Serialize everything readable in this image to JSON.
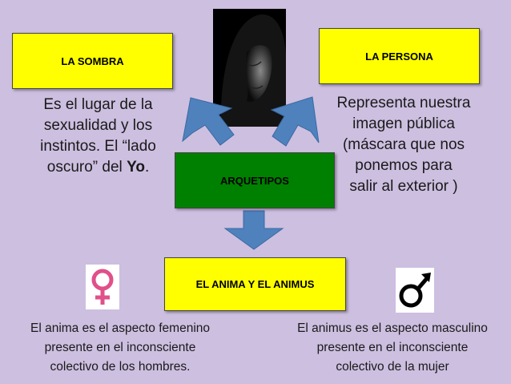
{
  "boxes": {
    "sombra": "LA SOMBRA",
    "persona": "LA PERSONA",
    "arquetipos": "ARQUETIPOS",
    "anima_animus": "EL ANIMA Y EL ANIMUS"
  },
  "descriptions": {
    "sombra": [
      "Es el lugar de la",
      "sexualidad y los",
      "instintos. El “lado",
      "oscuro” del "
    ],
    "sombra_bold": "Yo",
    "sombra_end": ".",
    "persona": [
      "Representa nuestra",
      "imagen pública",
      "(máscara que nos",
      "ponemos para",
      "salir al exterior )"
    ],
    "anima": [
      "El anima es el aspecto femenino",
      "presente en el inconsciente",
      "colectivo de los hombres."
    ],
    "animus": [
      "El animus es el aspecto masculino",
      "presente en el inconsciente",
      "colectivo de la mujer"
    ]
  },
  "colors": {
    "background": "#cdbfe0",
    "box_yellow": "#ffff00",
    "box_green": "#008000",
    "arrow": "#4f81bd",
    "female_symbol": "#e0508a",
    "male_symbol": "#000000"
  },
  "icons": {
    "photo": "hooded-figure-photo",
    "female": "female-symbol-icon",
    "male": "male-symbol-icon"
  }
}
